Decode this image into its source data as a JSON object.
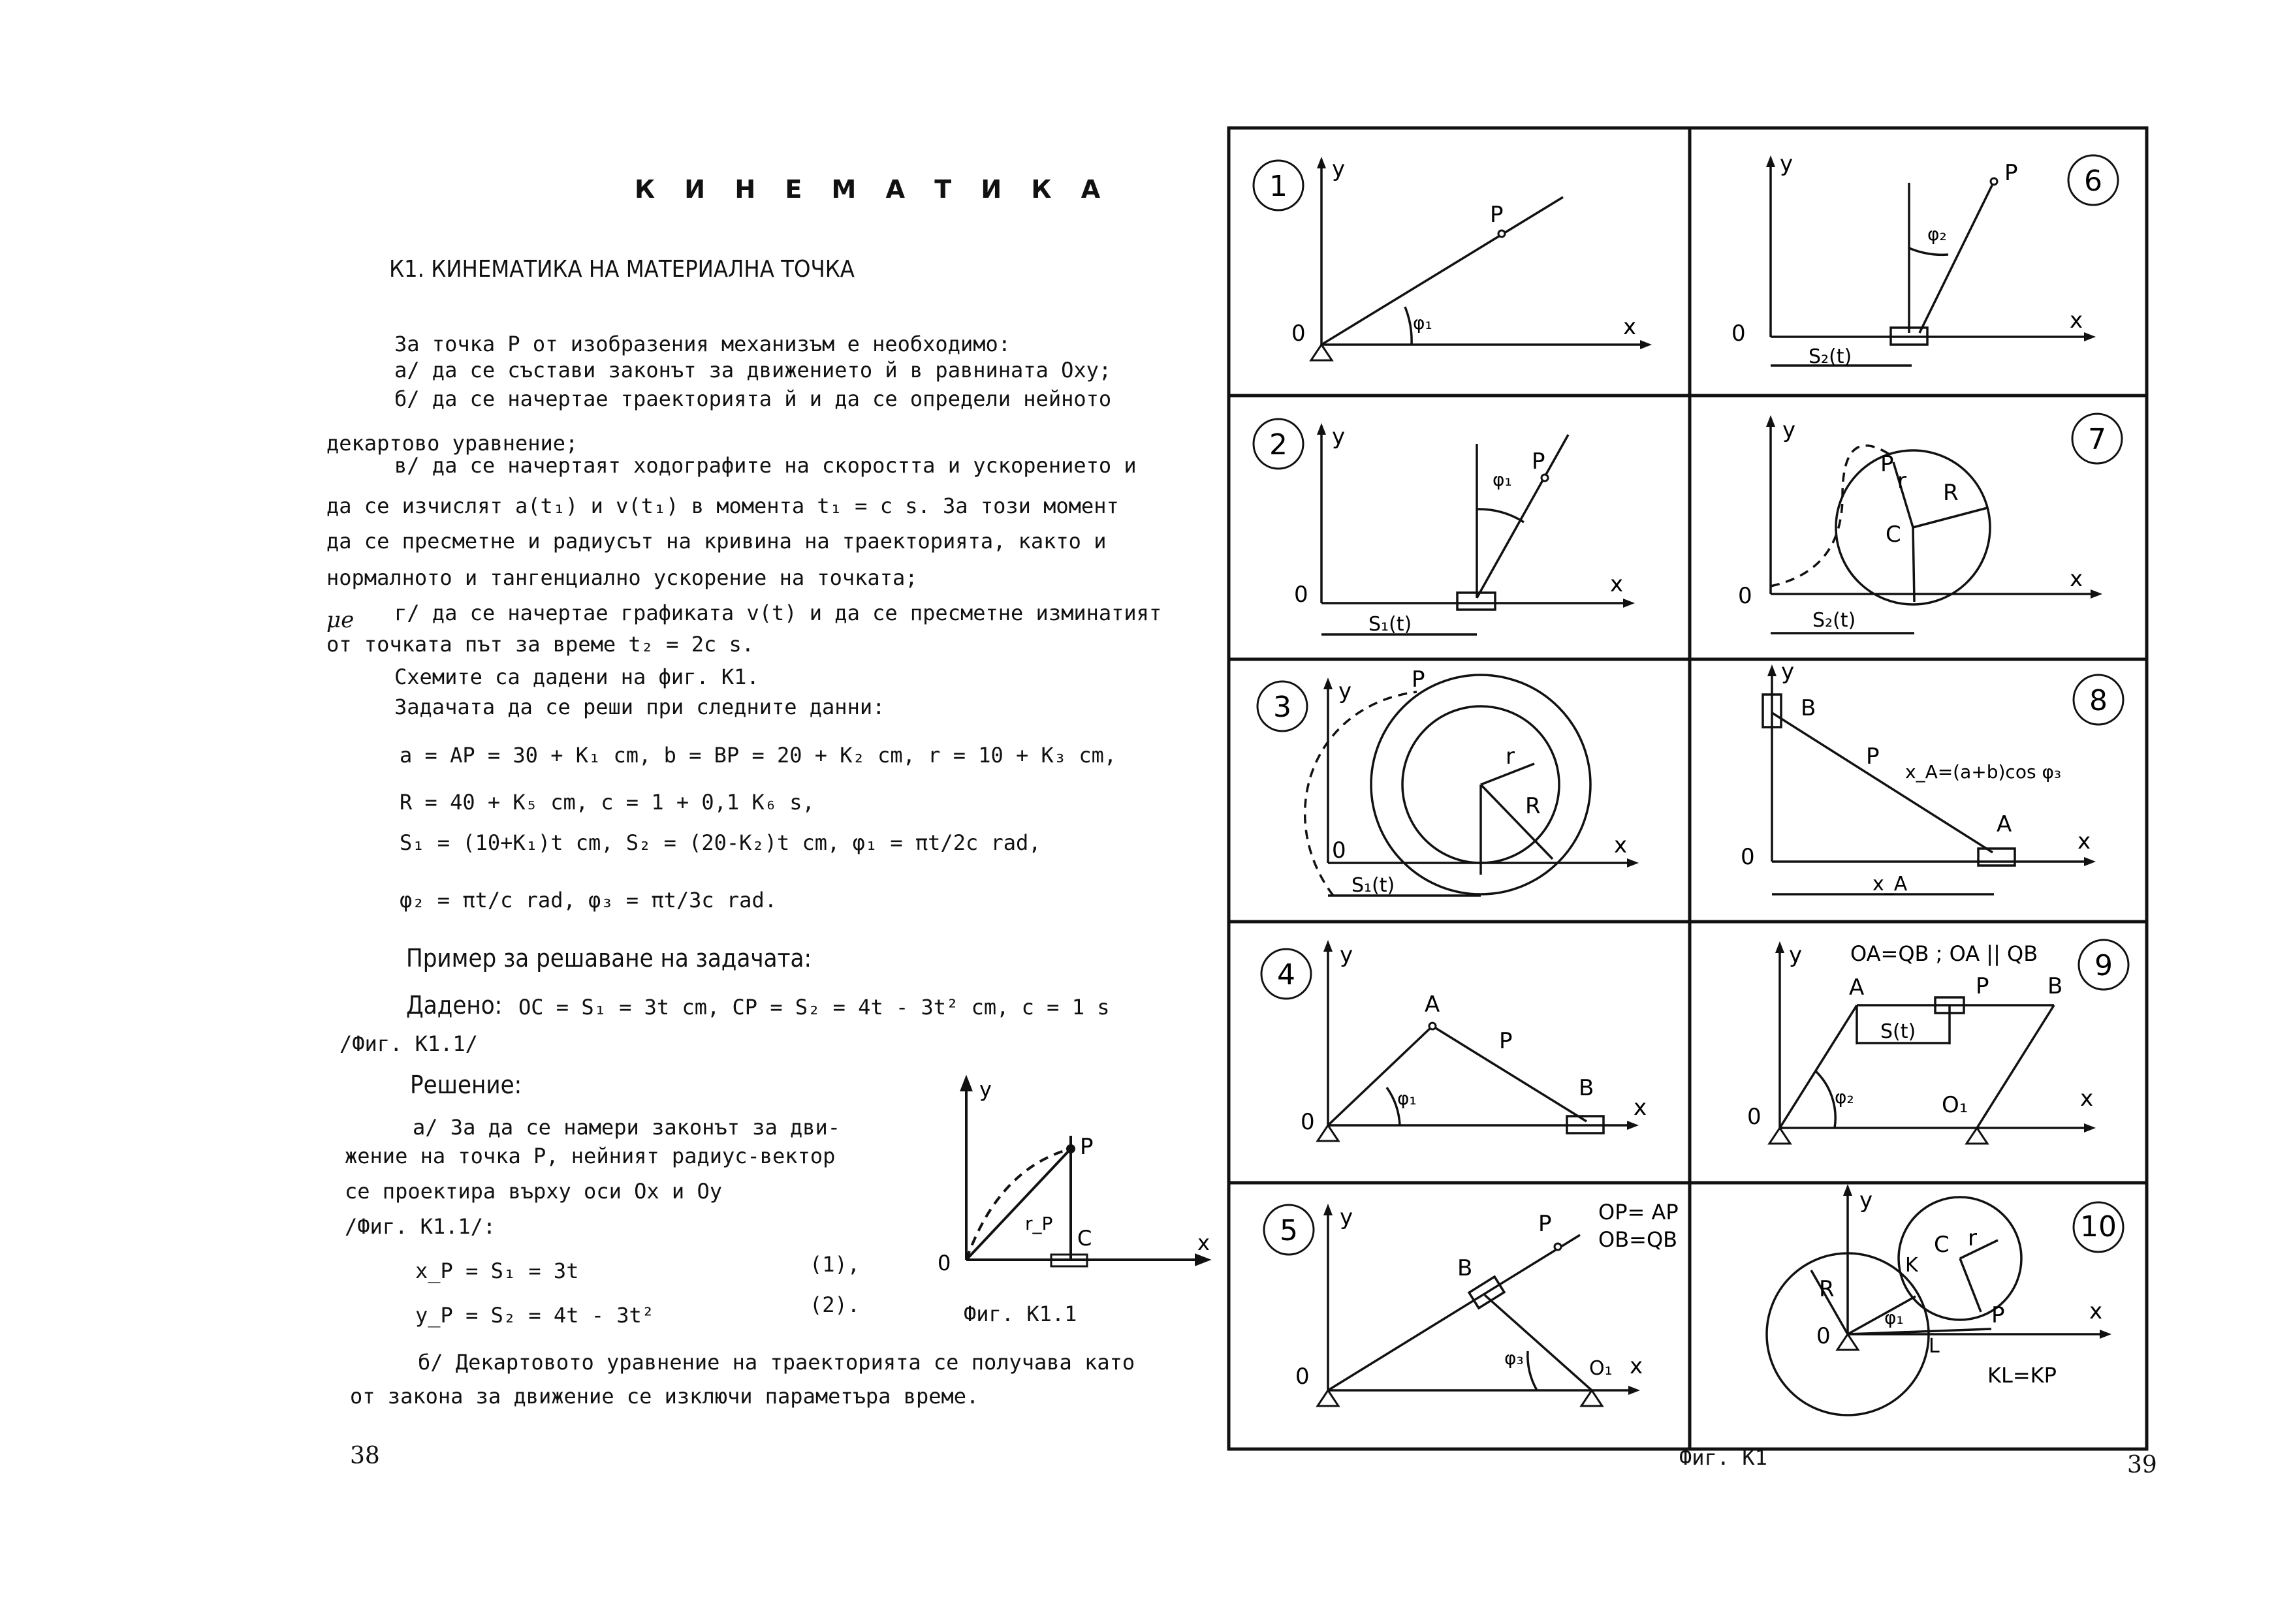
{
  "left_page": {
    "title": "К И Н Е М А Т И К А",
    "section": "К1. КИНЕМАТИКА НА МАТЕРИАЛНА ТОЧКА",
    "lines": [
      "За точка P от изобразения механизъм е необходимо:",
      "а/ да се състави законът за движението й в равнината Oxy;",
      "б/ да се начертае траекторията й и да се определи нейното",
      "декартово уравнение;",
      "в/ да се начертаят ходографите на скоростта и ускорението и",
      "да се изчислят a(t₁) и v(t₁) в момента t₁ = c s. За този момент",
      "да се пресметне и радиусът на кривина на траекторията, както и",
      "нормалното и тангенциално ускорение на точката;",
      "г/ да се начертае графиката v(t) и да се пресметне изминатият",
      "от точката път за време t₂ = 2c s.",
      "Схемите са дадени на фиг. К1.",
      "Задачата да се реши при следните данни:",
      "a = AP = 30 + K₁ cm, b = BP = 20 + K₂ cm, r = 10 + K₃ cm,",
      "R = 40 + K₅ cm, c = 1 + 0,1 K₆ s,",
      "S₁ = (10+K₁)t cm, S₂ = (20-K₂)t cm, φ₁ = πt/2c rad,",
      "φ₂ = πt/c rad, φ₃ = πt/3c rad."
    ],
    "example_heading": "Пример за решаване на задачата:",
    "given_label": "Дадено:",
    "given_text": "OC = S₁ = 3t cm, CP = S₂ = 4t - 3t² cm, c = 1 s",
    "given_fig": "/Фиг. К1.1/",
    "solution_heading": "Решение:",
    "solution_lines": [
      "а/ За да се намери законът за дви-",
      "жение на точка P, нейният радиус-вектор",
      "се проектира върху оси Ox и Oy",
      "/Фиг. К1.1/:"
    ],
    "eq1": "x_P = S₁ = 3t",
    "eq1_num": "(1),",
    "eq2": "y_P = S₂ = 4t - 3t²",
    "eq2_num": "(2).",
    "para_b": [
      "б/ Декартовото уравнение на траекторията се получава като",
      "от закона за движение се изключи параметъра време."
    ],
    "margin_note": "μe",
    "fig_caption": "Фиг. К1.1",
    "page_number": "38"
  },
  "right_page": {
    "fig_caption": "Фиг. К1",
    "page_number": "39",
    "panel_numbers": [
      "1",
      "2",
      "3",
      "4",
      "5",
      "6",
      "7",
      "8",
      "9",
      "10"
    ],
    "labels": {
      "y": "y",
      "x": "x",
      "o": "0",
      "p": "P",
      "a": "A",
      "b": "B",
      "c": "C",
      "r": "r",
      "R": "R",
      "k": "K",
      "l": "L",
      "o1": "O₁",
      "phi1": "φ₁",
      "phi2": "φ₂",
      "phi3": "φ₃",
      "s1": "S₁(t)",
      "s2": "S₂(t)",
      "s": "S(t)",
      "xa": "x_A",
      "rp": "r_P",
      "xa_formula": "x_A=(a+b)cos φ₃",
      "oa_ob": "OA=QB ; OA || QB",
      "op_ap": "OP= AP",
      "ob_qb": "OB=QB",
      "kl_kp": "KL=KP"
    }
  }
}
